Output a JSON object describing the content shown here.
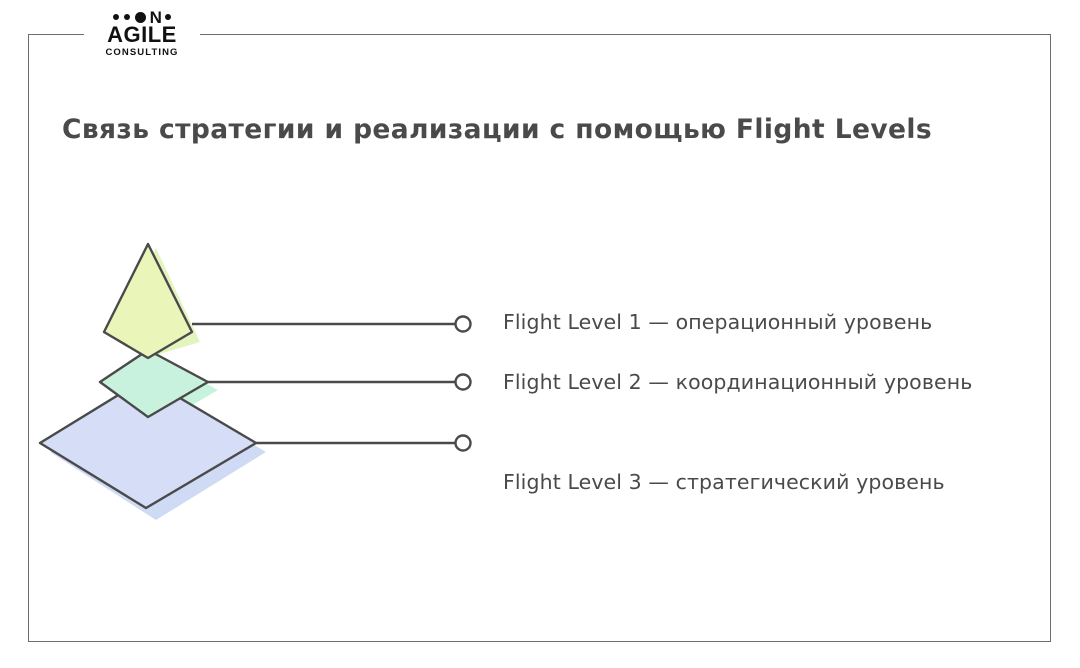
{
  "slide": {
    "background_color": "#ffffff",
    "frame_color": "#6d6d6d"
  },
  "logo": {
    "dots_row": "• • ●N•",
    "brand": "AGILE",
    "tagline": "CONSULTING",
    "n_letter": "N"
  },
  "title": {
    "text": "Связь стратегии и реализации с помощью Flight Levels",
    "color": "#4a4a4a"
  },
  "diagram": {
    "type": "layered-pyramid",
    "stroke_color": "#4a4a4a",
    "layers": [
      {
        "name": "flight-level-1",
        "shape": "triangle",
        "fill": "#e9f5b9",
        "shadow_fill": "#d9f0a8",
        "label_ref": 1
      },
      {
        "name": "flight-level-2",
        "shape": "diamond",
        "fill": "#c8f2dd",
        "shadow_fill": "#b6f0d6",
        "label_ref": 2
      },
      {
        "name": "flight-level-3",
        "shape": "diamond",
        "fill": "#d6ddf6",
        "shadow_fill": "#c7d4f2",
        "label_ref": 3
      }
    ],
    "connector_circle_fill": "#ffffff",
    "connector_circle_stroke": "#4a4a4a"
  },
  "legend": {
    "items": [
      {
        "id": 1,
        "text": "Flight Level 1 — операционный уровень"
      },
      {
        "id": 2,
        "text": "Flight Level 2 — координационный уровень"
      },
      {
        "id": 3,
        "text": "Flight Level 3 — стратегический уровень"
      }
    ],
    "text_color": "#4a4a4a"
  }
}
